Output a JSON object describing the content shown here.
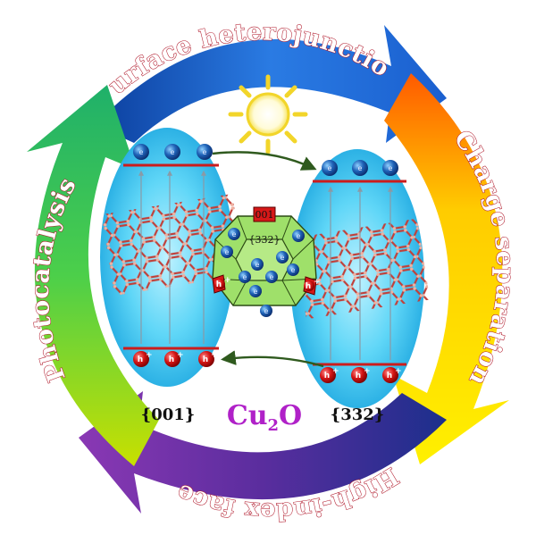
{
  "arrows": {
    "top": "Surface heterojunction",
    "right": "Charge separation",
    "bottom": "High-index facet",
    "left": "Photocatalysis"
  },
  "facets": {
    "left": "{001}",
    "right": "{332}"
  },
  "cluster": {
    "top_facet": "001",
    "face_label": "{332}"
  },
  "compound": {
    "base": "Cu",
    "sub": "2",
    "tail": "O"
  },
  "carriers": {
    "electron": "e",
    "hole": "h",
    "hole_sup": "+"
  },
  "colors": {
    "arrow_top": "#1a5fcf",
    "arrow_right": "#ffb000",
    "arrow_bottom": "#5a2d9e",
    "arrow_left": "#2fbf56",
    "ellipse": "#38c8f2",
    "cluster": "#9fe06a",
    "label_stroke": "#b0182a",
    "compound": "#b021c8"
  }
}
